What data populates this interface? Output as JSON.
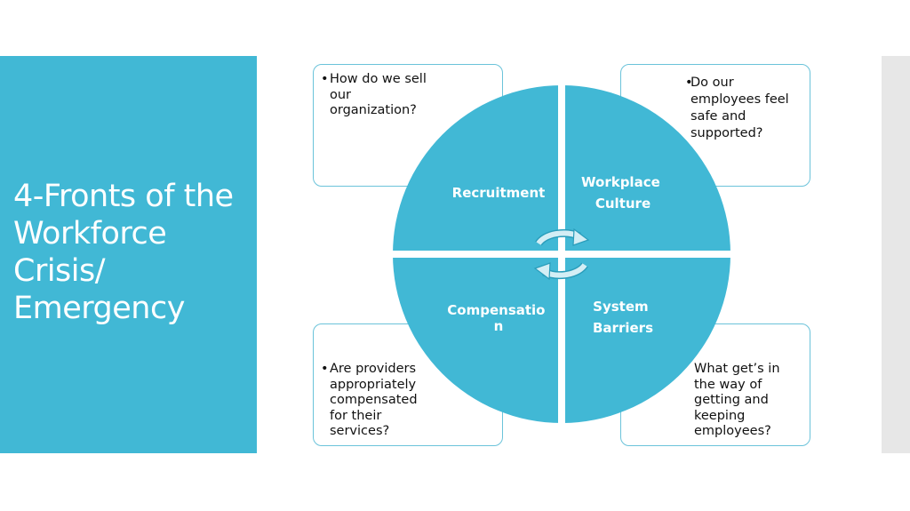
{
  "title": "4-Fronts of the\nWorkforce\nCrisis/\nEmergency",
  "quadrants": {
    "top_left": {
      "lines": [
        "Recruitment"
      ]
    },
    "top_right": {
      "lines": [
        "Workplace",
        "Culture"
      ]
    },
    "bottom_left": {
      "lines": [
        "Compensatio",
        "n"
      ]
    },
    "bottom_right": {
      "lines": [
        "System",
        "Barriers"
      ]
    }
  },
  "notes": {
    "top_left": {
      "bullet": "•",
      "text": "How do we sell\nour\norganization?"
    },
    "top_right": {
      "bullet": "•",
      "text": "Do our\nemployees feel\nsafe and\nsupported?"
    },
    "bottom_left": {
      "bullet": "•",
      "text": "Are providers\nappropriately\ncompensated\nfor their\nservices?"
    },
    "bottom_right": {
      "bullet": "",
      "text": "What get’s in\nthe way of\ngetting and\nkeeping\nemployees?"
    }
  },
  "colors": {
    "accent": "#41b8d5",
    "box_border": "#6bc3da",
    "arrow": "#d3eef5"
  },
  "icons": [
    "cycle-arrow-top-icon",
    "cycle-arrow-bottom-icon"
  ]
}
